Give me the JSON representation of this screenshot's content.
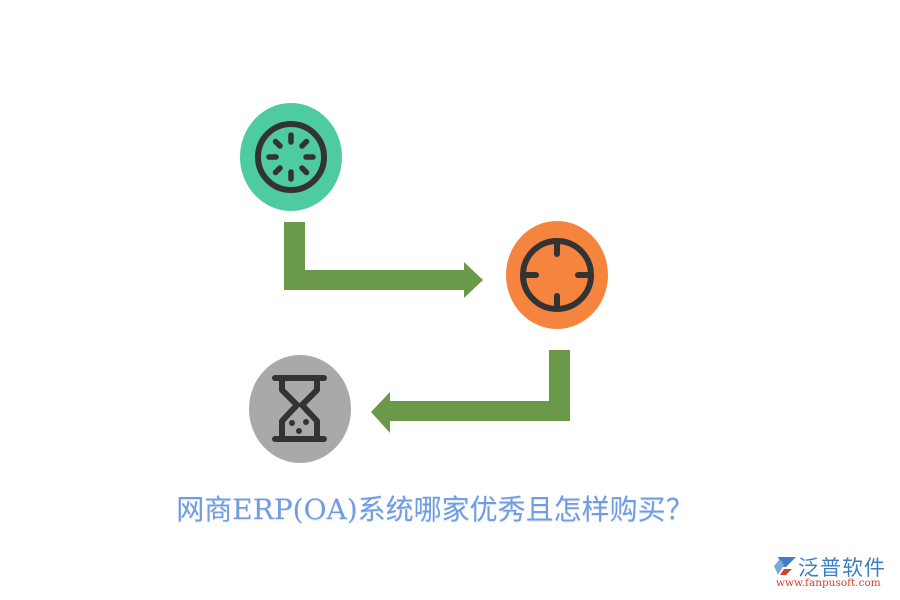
{
  "title": "网商ERP(OA)系统哪家优秀且怎样购买？",
  "colors": {
    "step1": "#4ecba0",
    "step2": "#f5843f",
    "step3": "#a9a9a9",
    "arrow": "#6a994a",
    "icon_stroke": "#333333",
    "title": "#6f9de0"
  },
  "steps": [
    {
      "icon": "loading-spinner-icon",
      "color": "#4ecba0"
    },
    {
      "icon": "crosshair-target-icon",
      "color": "#f5843f"
    },
    {
      "icon": "hourglass-icon",
      "color": "#a9a9a9"
    }
  ],
  "arrows": [
    {
      "from": "step1",
      "to": "step2",
      "direction": "down-then-right"
    },
    {
      "from": "step2",
      "to": "step3",
      "direction": "down-then-left"
    }
  ],
  "logo": {
    "name": "泛普软件",
    "url": "www.fanpusoft.com"
  }
}
